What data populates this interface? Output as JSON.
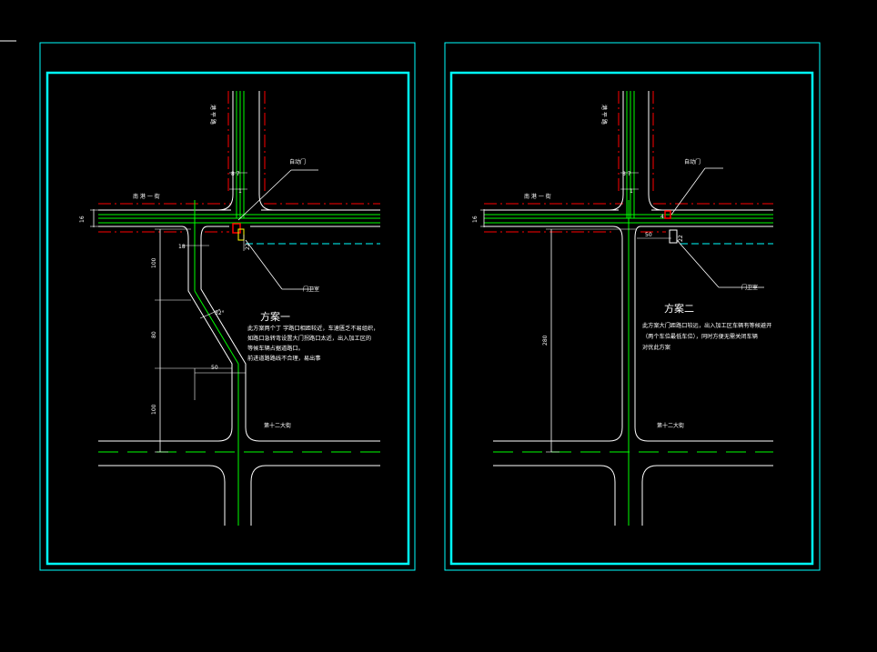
{
  "colors": {
    "frame": "#00ffff",
    "road_edge": "#ffffff",
    "center_line": "#00ff00",
    "red_line": "#ff0000",
    "cyan_dash": "#00ffff",
    "text": "#ffffff",
    "background": "#000000"
  },
  "plan1": {
    "title": "方案一",
    "note_lines": [
      "此方案两个丁  字路口相距较近，车速匮乏不易组织，",
      "如路口急转弯设置大门拐路口太近，出入加工区的",
      "等候车辆占据道路口。",
      "前进道路路线不合理，易出事"
    ],
    "auto_gate_label": "自动门",
    "guard_room_label": "门卫室",
    "street_label_north": "南  港  一  街",
    "street_label_south": "第十二大街",
    "vertical_road_label": "港  平  路",
    "dims": {
      "d16": "16",
      "d18": "18",
      "d100a": "100",
      "d80": "80",
      "d100b": "100",
      "d50": "50",
      "angle": "32°",
      "d22": "22",
      "d87": "8 7",
      "d1": "1"
    }
  },
  "plan2": {
    "title": "方案二",
    "note_lines": [
      "此方案大门距路口较远，出入加工区车辆有等候避开",
      "（两个车位最低车位），同时方便无需关闭车辆",
      "对优此方案"
    ],
    "auto_gate_label": "自动门",
    "guard_room_label": "门卫室",
    "street_label_north": "南  港  一  街",
    "street_label_south": "第十二大街",
    "vertical_road_label": "港  平  路",
    "dims": {
      "d16": "16",
      "d280": "280",
      "d50": "50",
      "d22": "22",
      "d87": "8 7",
      "d1": "1",
      "d4": "4"
    }
  }
}
